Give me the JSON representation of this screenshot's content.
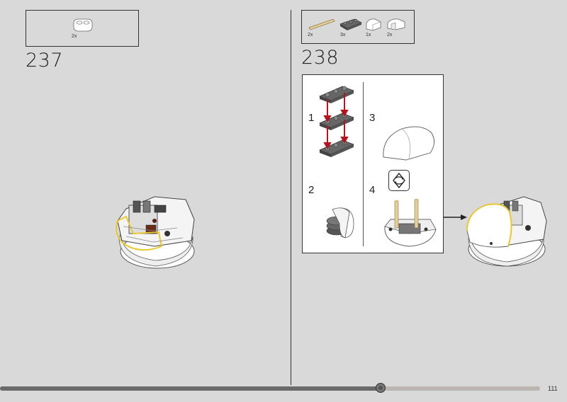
{
  "left_page": {
    "step_number": "237",
    "parts": [
      {
        "name": "plate-round-2x2-white",
        "qty": "2x"
      }
    ]
  },
  "right_page": {
    "step_number": "238",
    "parts": [
      {
        "name": "axle-tan",
        "qty": "2x"
      },
      {
        "name": "plate-1x3-gray",
        "qty": "3x"
      },
      {
        "name": "slope-curved-white",
        "qty": "1x"
      },
      {
        "name": "slope-curved-white-small",
        "qty": "2x"
      }
    ],
    "substeps": [
      "1",
      "2",
      "3",
      "4"
    ]
  },
  "footer": {
    "page_number": "111",
    "progress": 0.705
  },
  "colors": {
    "background": "#d9d9d9",
    "highlight": "#e8c832",
    "arrow": "#b3141e"
  }
}
